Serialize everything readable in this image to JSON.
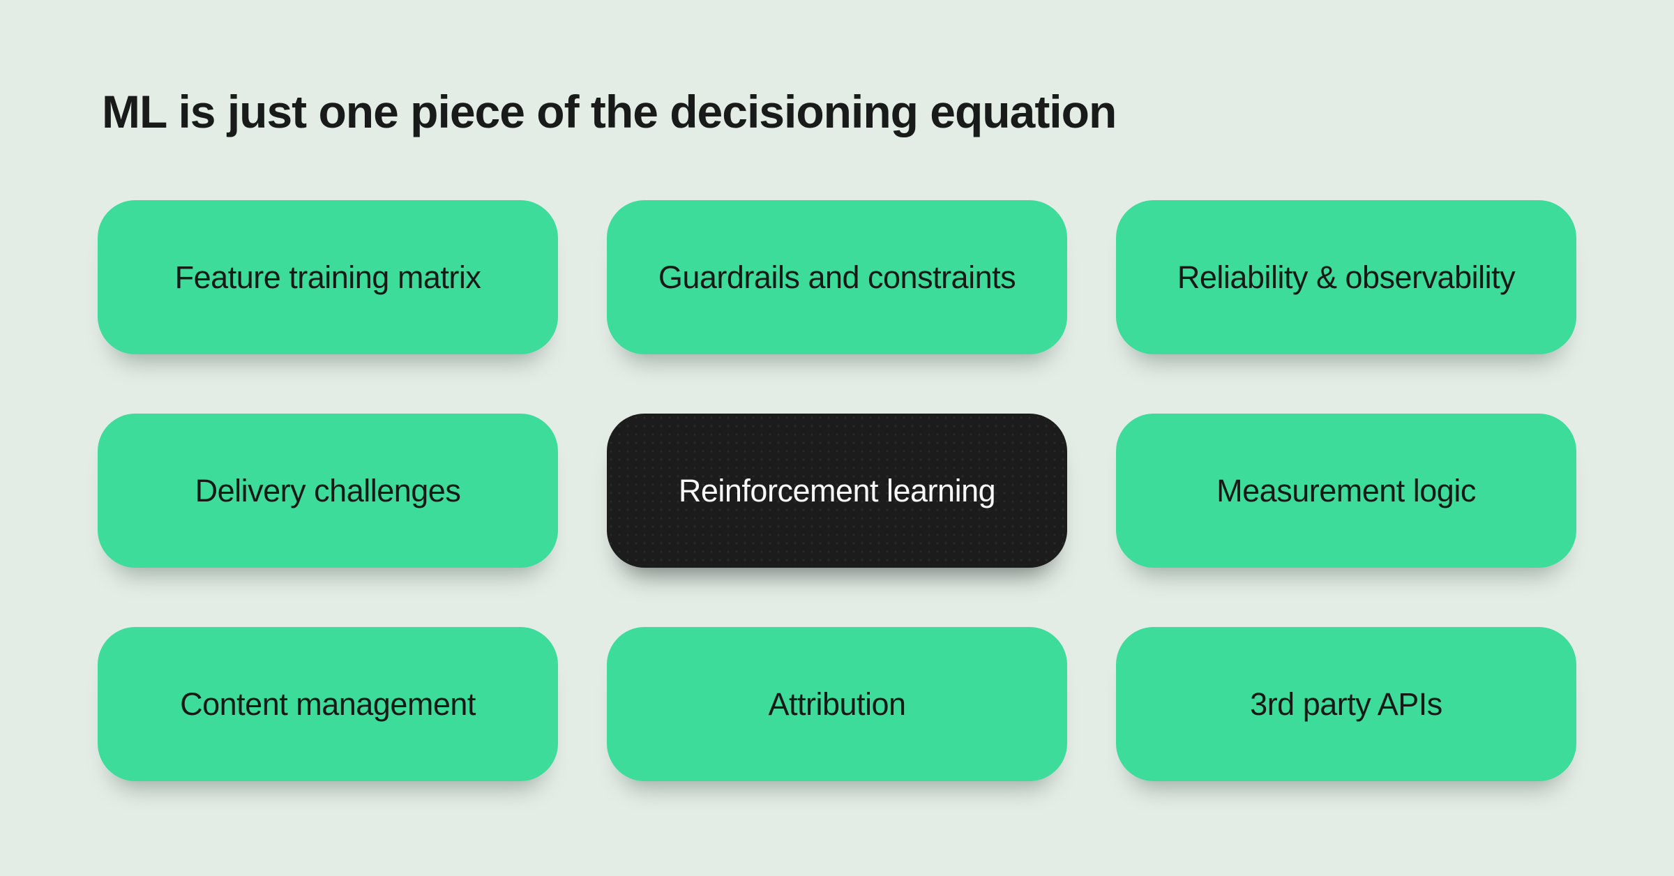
{
  "slide": {
    "title": "ML is just one piece of the decisioning equation",
    "background_color": "#E4ECE6"
  },
  "colors": {
    "card_green": "#3EDC9B",
    "card_dark": "#1C1C1C",
    "text_on_green": "#151A17",
    "text_on_dark": "#F8F8F8",
    "title_text": "#181B19"
  },
  "cards": [
    {
      "label": "Feature training matrix",
      "variant": "green"
    },
    {
      "label": "Guardrails and constraints",
      "variant": "green"
    },
    {
      "label": "Reliability & observability",
      "variant": "green"
    },
    {
      "label": "Delivery challenges",
      "variant": "green"
    },
    {
      "label": "Reinforcement learning",
      "variant": "dark"
    },
    {
      "label": "Measurement logic",
      "variant": "green"
    },
    {
      "label": "Content management",
      "variant": "green"
    },
    {
      "label": "Attribution",
      "variant": "green"
    },
    {
      "label": "3rd party APIs",
      "variant": "green"
    }
  ]
}
